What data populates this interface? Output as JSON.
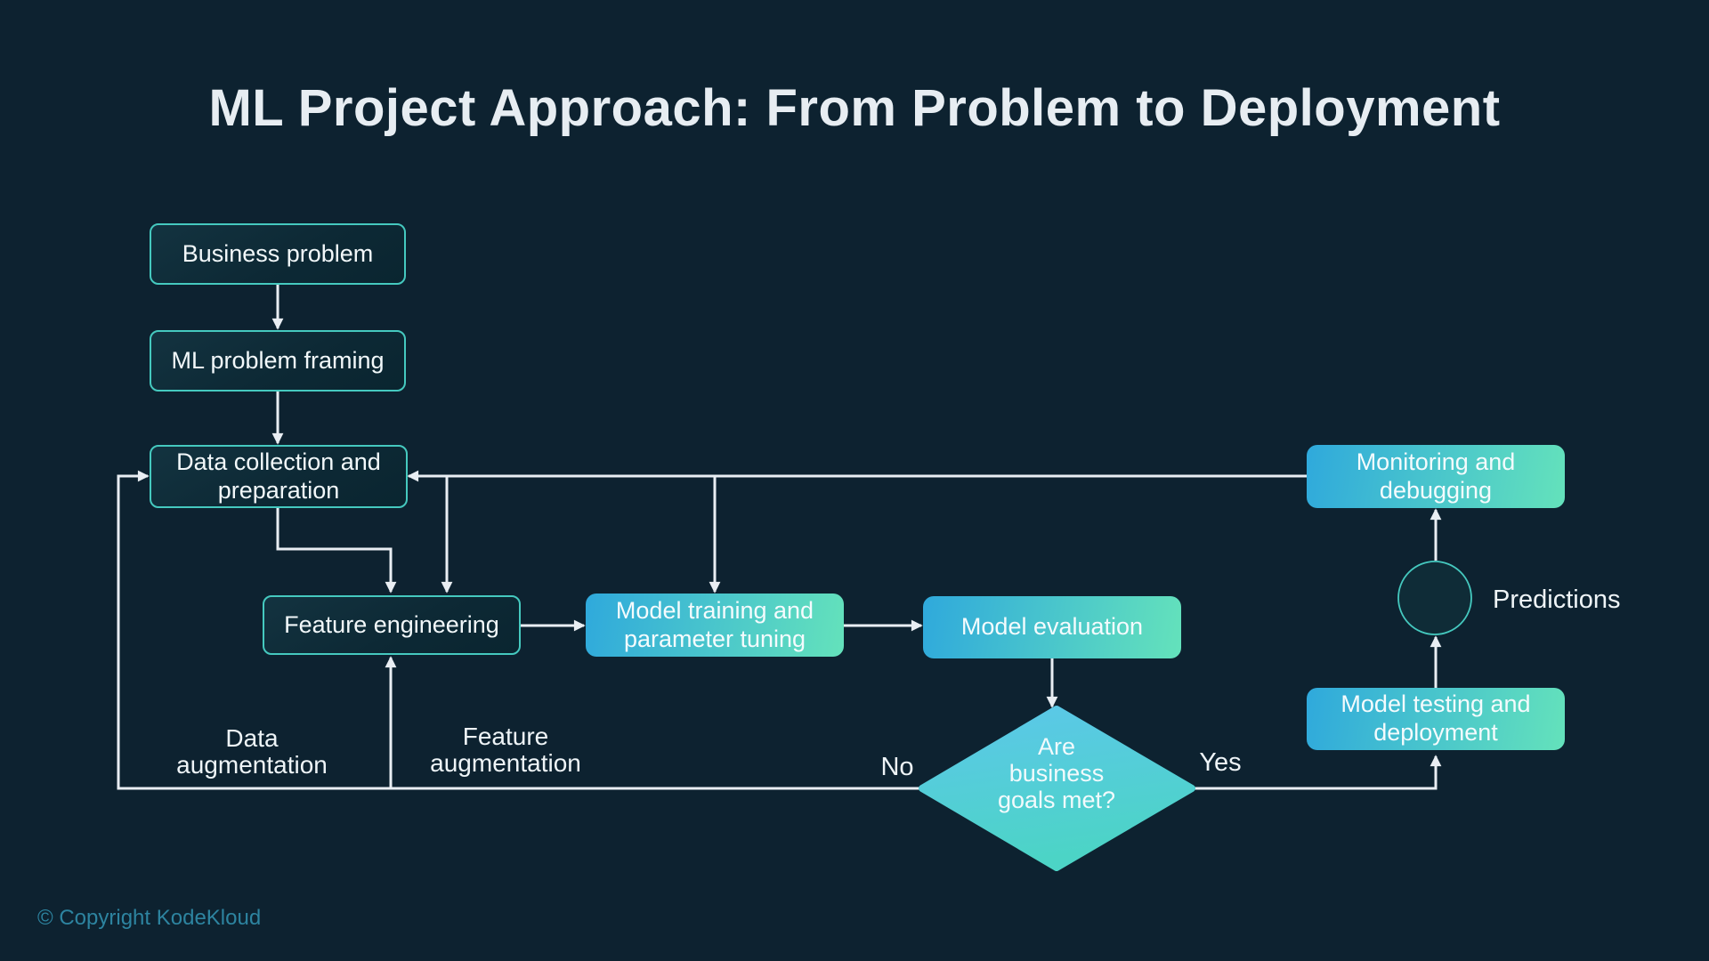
{
  "title": "ML Project Approach: From Problem to Deployment",
  "footer": {
    "copyright": "© Copyright KodeKloud"
  },
  "flowchart": {
    "nodes": {
      "business_problem": {
        "label": "Business problem",
        "style": "outline"
      },
      "ml_problem_framing": {
        "label": "ML problem framing",
        "style": "outline"
      },
      "data_collection": {
        "label": "Data collection and preparation",
        "style": "outline"
      },
      "feature_engineering": {
        "label": "Feature engineering",
        "style": "outline"
      },
      "model_training": {
        "label": "Model training and parameter tuning",
        "style": "gradient"
      },
      "model_evaluation": {
        "label": "Model evaluation",
        "style": "gradient"
      },
      "monitoring": {
        "label": "Monitoring and debugging",
        "style": "gradient"
      },
      "model_testing": {
        "label": "Model testing and deployment",
        "style": "gradient"
      },
      "decision": {
        "label": "Are business goals met?",
        "style": "gradient-diamond"
      }
    },
    "edge_labels": {
      "no": "No",
      "yes": "Yes",
      "predictions": "Predictions",
      "data_augmentation": "Data augmentation",
      "feature_augmentation": "Feature augmentation"
    },
    "colors": {
      "background": "#0d2230",
      "node_border_teal": "#45c9bf",
      "node_fill_dark": "#0d2935",
      "gradient_from_blue": "#2fa9dc",
      "gradient_to_teal": "#64e2bb",
      "diamond_from": "#5cc7ea",
      "diamond_to": "#4cd4c6",
      "connector": "#e9eef3",
      "title_text": "#e7edf2",
      "copyright_text": "#2d84a0"
    }
  }
}
